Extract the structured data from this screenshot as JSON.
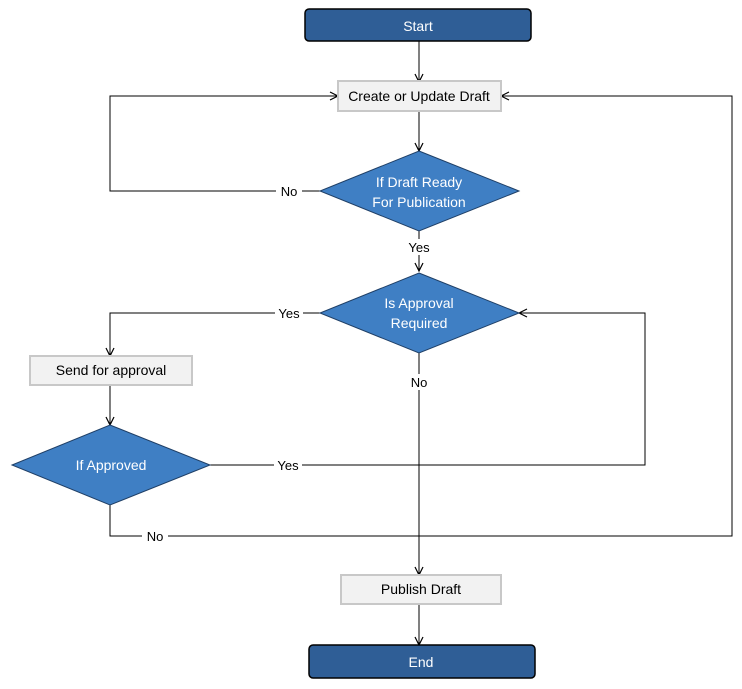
{
  "colors": {
    "terminal_fill": "#2f5e96",
    "terminal_stroke": "#000000",
    "decision_fill": "#3f7fc4",
    "process_fill": "#f2f2f2",
    "process_stroke": "#c8c8c8",
    "line": "#000000",
    "white_text": "#ffffff"
  },
  "nodes": {
    "start": "Start",
    "create_draft": "Create or Update Draft",
    "draft_ready_line1": "If Draft Ready",
    "draft_ready_line2": "For Publication",
    "approval_required_line1": "Is Approval",
    "approval_required_line2": "Required",
    "send_for_approval": "Send for approval",
    "if_approved": "If Approved",
    "publish_draft": "Publish Draft",
    "end": "End"
  },
  "edge_labels": {
    "draft_not_ready": "No",
    "draft_ready": "Yes",
    "approval_required_yes": "Yes",
    "approval_required_no": "No",
    "approved_yes": "Yes",
    "approved_no": "No"
  }
}
